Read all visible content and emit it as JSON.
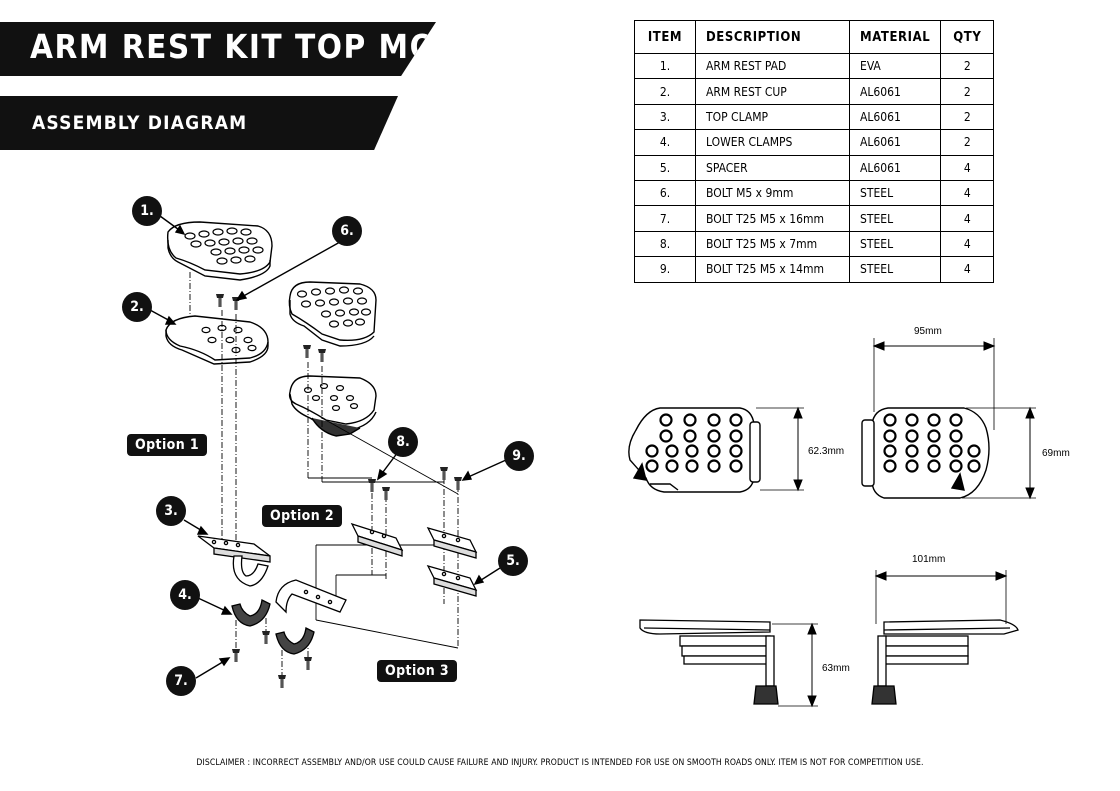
{
  "header": {
    "title": "ARM REST KIT TOP MOUNT",
    "subtitle": "ASSEMBLY DIAGRAM"
  },
  "parts_table": {
    "headers": [
      "ITEM",
      "DESCRIPTION",
      "MATERIAL",
      "QTY"
    ],
    "rows": [
      {
        "item": "1.",
        "description": "ARM REST PAD",
        "material": "EVA",
        "qty": "2"
      },
      {
        "item": "2.",
        "description": "ARM REST CUP",
        "material": "AL6061",
        "qty": "2"
      },
      {
        "item": "3.",
        "description": "TOP CLAMP",
        "material": "AL6061",
        "qty": "2"
      },
      {
        "item": "4.",
        "description": "LOWER CLAMPS",
        "material": "AL6061",
        "qty": "2"
      },
      {
        "item": "5.",
        "description": "SPACER",
        "material": "AL6061",
        "qty": "4"
      },
      {
        "item": "6.",
        "description": "BOLT M5 x 9mm",
        "material": "STEEL",
        "qty": "4"
      },
      {
        "item": "7.",
        "description": "BOLT T25 M5 x 16mm",
        "material": "STEEL",
        "qty": "4"
      },
      {
        "item": "8.",
        "description": "BOLT T25 M5 x 7mm",
        "material": "STEEL",
        "qty": "4"
      },
      {
        "item": "9.",
        "description": "BOLT T25 M5 x 14mm",
        "material": "STEEL",
        "qty": "4"
      }
    ]
  },
  "options": {
    "option_1": "Option 1",
    "option_2": "Option 2",
    "option_3": "Option 3"
  },
  "callouts": [
    "1.",
    "2.",
    "3.",
    "4.",
    "5.",
    "6.",
    "7.",
    "8.",
    "9."
  ],
  "dimensions": {
    "width_top": "95mm",
    "height_left": "62.3mm",
    "height_right": "69mm",
    "width_side": "101mm",
    "height_side": "63mm"
  },
  "disclaimer": "DISCLAIMER : INCORRECT ASSEMBLY AND/OR USE COULD CAUSE FAILURE AND INJURY.  PRODUCT IS INTENDED FOR USE ON SMOOTH ROADS ONLY. ITEM IS NOT FOR COMPETITION USE."
}
